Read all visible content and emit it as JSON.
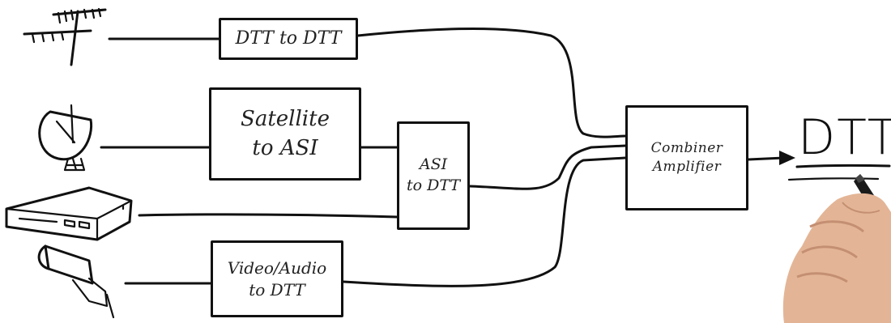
{
  "blocks": {
    "dtt_to_dtt": "DTT to DTT",
    "satellite_to_asi": "Satellite\nto ASI",
    "asi_to_dtt": "ASI\nto DTT",
    "video_audio_to_dtt": "Video/Audio\nto DTT",
    "combiner_amplifier": "Combiner\nAmplifier"
  },
  "output_label": "DTT",
  "sources": [
    {
      "icon": "antenna-icon"
    },
    {
      "icon": "satellite-dish-icon"
    },
    {
      "icon": "set-top-box-icon"
    },
    {
      "icon": "cctv-camera-icon"
    }
  ],
  "colors": {
    "ink": "#111111",
    "skin": "#e8b99a",
    "marker": "#1a1a1a"
  }
}
